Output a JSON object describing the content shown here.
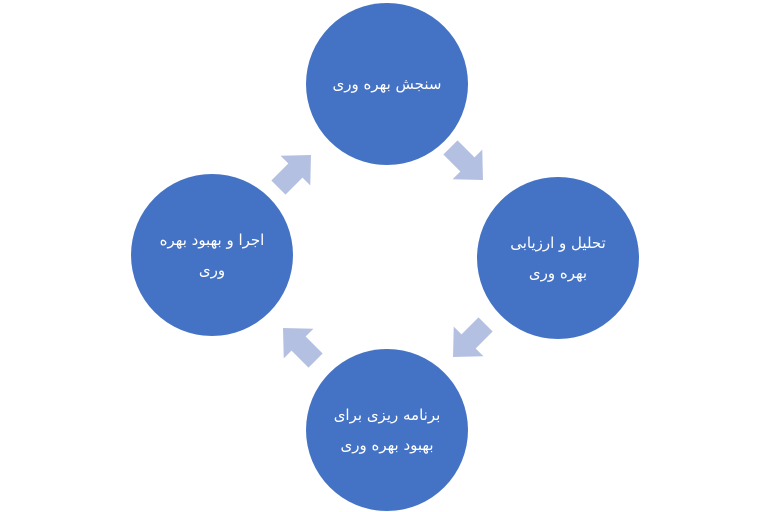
{
  "diagram": {
    "type": "cycle",
    "colors": {
      "node_fill": "#4472c4",
      "node_text": "#ffffff",
      "arrow_fill": "#b4c0e1"
    },
    "nodes": [
      {
        "id": "measure",
        "label": "سنجش بهره وری"
      },
      {
        "id": "analyze",
        "label": "تحلیل و ارزیابی\nبهره وری"
      },
      {
        "id": "plan",
        "label": "برنامه ریزی برای\nبهبود بهره وری"
      },
      {
        "id": "implement",
        "label": "اجرا و بهبود بهره\nوری"
      }
    ],
    "flow": [
      "measure",
      "analyze",
      "plan",
      "implement",
      "measure"
    ]
  }
}
